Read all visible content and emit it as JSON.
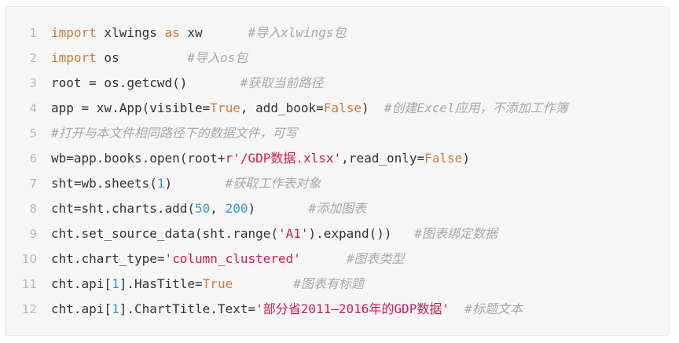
{
  "code_lines": [
    {
      "no": "1",
      "parts": [
        {
          "t": "import",
          "c": "kw"
        },
        {
          "t": " xlwings ",
          "c": ""
        },
        {
          "t": "as",
          "c": "kw"
        },
        {
          "t": " xw      ",
          "c": ""
        },
        {
          "t": "#导入xlwings包",
          "c": "cm"
        }
      ]
    },
    {
      "no": "2",
      "parts": [
        {
          "t": "import",
          "c": "kw"
        },
        {
          "t": " os         ",
          "c": ""
        },
        {
          "t": "#导入os包",
          "c": "cm"
        }
      ]
    },
    {
      "no": "3",
      "parts": [
        {
          "t": "root = os.getcwd()       ",
          "c": ""
        },
        {
          "t": "#获取当前路径",
          "c": "cm"
        }
      ]
    },
    {
      "no": "4",
      "parts": [
        {
          "t": "app = xw.App(visible=",
          "c": ""
        },
        {
          "t": "True",
          "c": "bool"
        },
        {
          "t": ", add_book=",
          "c": ""
        },
        {
          "t": "False",
          "c": "bool"
        },
        {
          "t": ")  ",
          "c": ""
        },
        {
          "t": "#创建Excel应用，不添加工作簿",
          "c": "cm"
        }
      ]
    },
    {
      "no": "5",
      "parts": [
        {
          "t": "#打开与本文件相同路径下的数据文件，可写",
          "c": "cm"
        }
      ]
    },
    {
      "no": "6",
      "parts": [
        {
          "t": "wb=app.books.open(root+",
          "c": ""
        },
        {
          "t": "r'/GDP数据.xlsx'",
          "c": "str"
        },
        {
          "t": ",read_only=",
          "c": ""
        },
        {
          "t": "False",
          "c": "bool"
        },
        {
          "t": ")",
          "c": ""
        }
      ]
    },
    {
      "no": "7",
      "parts": [
        {
          "t": "sht=wb.sheets(",
          "c": ""
        },
        {
          "t": "1",
          "c": "num"
        },
        {
          "t": ")       ",
          "c": ""
        },
        {
          "t": "#获取工作表对象",
          "c": "cm"
        }
      ]
    },
    {
      "no": "8",
      "parts": [
        {
          "t": "cht=sht.charts.add(",
          "c": ""
        },
        {
          "t": "50",
          "c": "num"
        },
        {
          "t": ", ",
          "c": ""
        },
        {
          "t": "200",
          "c": "num"
        },
        {
          "t": ")       ",
          "c": ""
        },
        {
          "t": "#添加图表",
          "c": "cm"
        }
      ]
    },
    {
      "no": "9",
      "parts": [
        {
          "t": "cht.set_source_data(sht.range(",
          "c": ""
        },
        {
          "t": "'A1'",
          "c": "str"
        },
        {
          "t": ").expand())   ",
          "c": ""
        },
        {
          "t": "#图表绑定数据",
          "c": "cm"
        }
      ]
    },
    {
      "no": "10",
      "parts": [
        {
          "t": "cht.chart_type=",
          "c": ""
        },
        {
          "t": "'column_clustered'",
          "c": "str"
        },
        {
          "t": "      ",
          "c": ""
        },
        {
          "t": "#图表类型",
          "c": "cm"
        }
      ]
    },
    {
      "no": "11",
      "parts": [
        {
          "t": "cht.api[",
          "c": ""
        },
        {
          "t": "1",
          "c": "num"
        },
        {
          "t": "].HasTitle=",
          "c": ""
        },
        {
          "t": "True",
          "c": "bool"
        },
        {
          "t": "        ",
          "c": ""
        },
        {
          "t": "#图表有标题",
          "c": "cm"
        }
      ]
    },
    {
      "no": "12",
      "parts": [
        {
          "t": "cht.api[",
          "c": ""
        },
        {
          "t": "1",
          "c": "num"
        },
        {
          "t": "].ChartTitle.Text=",
          "c": ""
        },
        {
          "t": "'部分省2011—2016年的GDP数据'",
          "c": "str"
        },
        {
          "t": "  ",
          "c": ""
        },
        {
          "t": "#标题文本",
          "c": "cm"
        }
      ]
    }
  ]
}
